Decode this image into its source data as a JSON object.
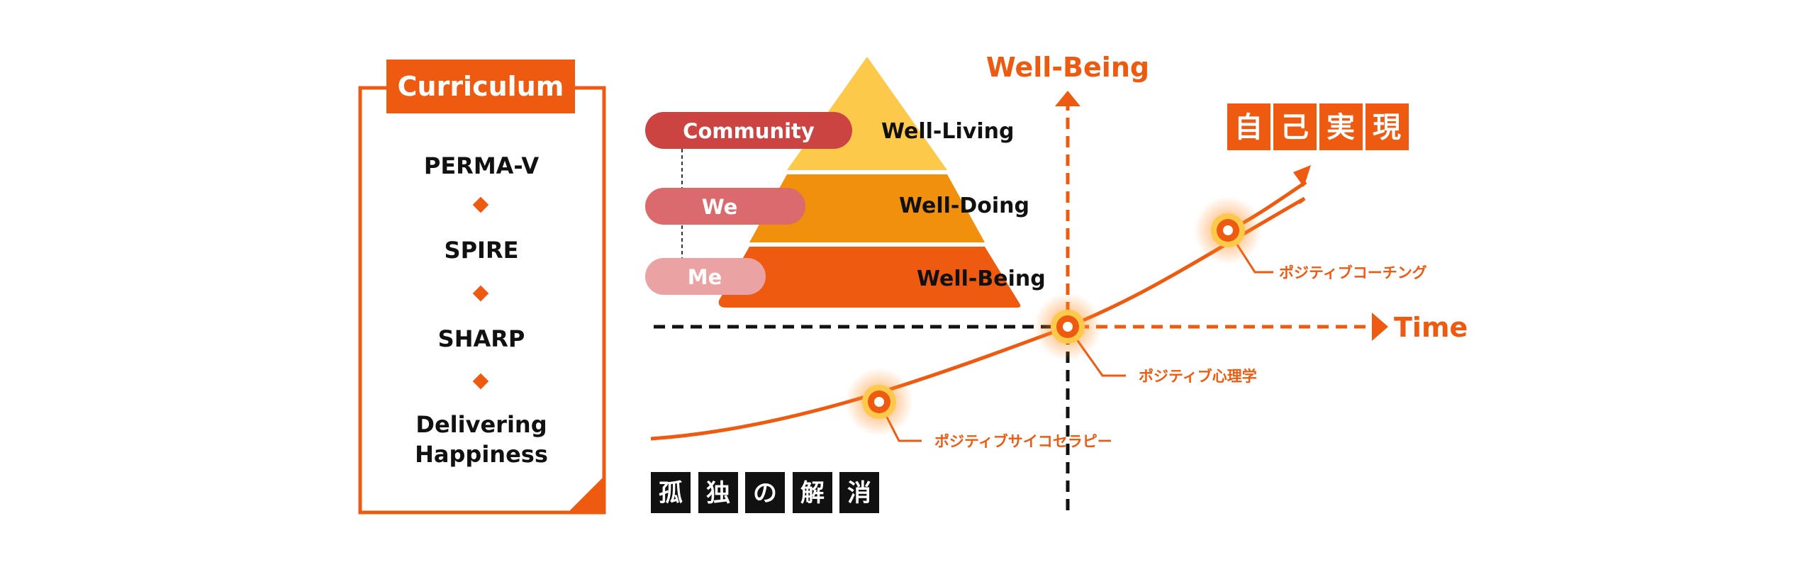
{
  "colors": {
    "orange": "#EE5A10",
    "orange_dark": "#E24E0A",
    "orange_mid": "#F0900C",
    "yellow": "#FDC94A",
    "community": "#CB4442",
    "we": "#DA6A6B",
    "me": "#EAA2A2",
    "black": "#111111"
  },
  "curriculum": {
    "title": "Curriculum",
    "items": [
      "PERMA-V",
      "SPIRE",
      "SHARP"
    ],
    "last_item_lines": [
      "Delivering",
      "Happiness"
    ]
  },
  "pyramid": {
    "levels": [
      "Well-Living",
      "Well-Doing",
      "Well-Being"
    ],
    "pills": [
      "Community",
      "We",
      "Me"
    ]
  },
  "graph": {
    "y_axis_label": "Well-Being",
    "x_axis_label": "Time",
    "goal_chars": [
      "自",
      "己",
      "実",
      "現"
    ],
    "start_chars": [
      "孤",
      "独",
      "の",
      "解",
      "消"
    ],
    "points": [
      "ポジティブサイコセラピー",
      "ポジティブ心理学",
      "ポジティブコーチング"
    ]
  }
}
